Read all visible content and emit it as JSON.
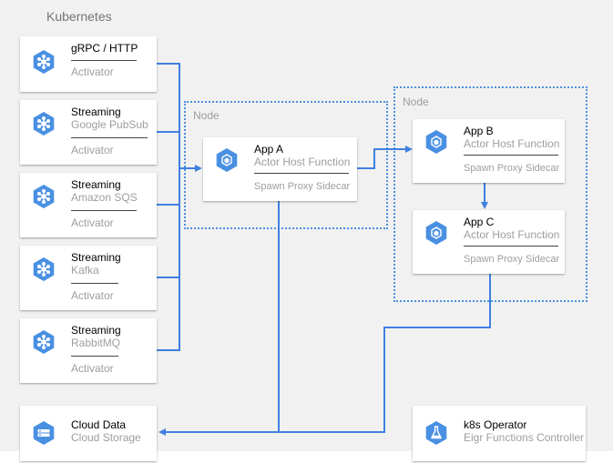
{
  "region": {
    "title": "Kubernetes"
  },
  "nodes": {
    "node_a_label": "Node",
    "node_b_label": "Node"
  },
  "activators": [
    {
      "title": "gRPC / HTTP",
      "subtitle": "",
      "footer": "Activator"
    },
    {
      "title": "Streaming",
      "subtitle": "Google PubSub",
      "footer": "Activator"
    },
    {
      "title": "Streaming",
      "subtitle": "Amazon SQS",
      "footer": "Activator"
    },
    {
      "title": "Streaming",
      "subtitle": "Kafka",
      "footer": "Activator"
    },
    {
      "title": "Streaming",
      "subtitle": "RabbitMQ",
      "footer": "Activator"
    }
  ],
  "apps": [
    {
      "title": "App A",
      "subtitle": "Actor Host Function",
      "footer": "Spawn Proxy Sidecar"
    },
    {
      "title": "App B",
      "subtitle": "Actor Host Function",
      "footer": "Spawn Proxy Sidecar"
    },
    {
      "title": "App C",
      "subtitle": "Actor Host Function",
      "footer": "Spawn Proxy Sidecar"
    }
  ],
  "storage": {
    "title": "Cloud Data",
    "subtitle": "Cloud Storage"
  },
  "operator": {
    "title": "k8s Operator",
    "subtitle": "Eigr Functions Controller"
  },
  "icons": {
    "activator": "network-hub-icon",
    "app": "function-hex-icon",
    "storage": "storage-icon",
    "operator": "flask-icon"
  },
  "colors": {
    "icon_blue": "#4a90e2",
    "wire_blue": "#3f7fe0",
    "node_border": "#4a90e2"
  }
}
